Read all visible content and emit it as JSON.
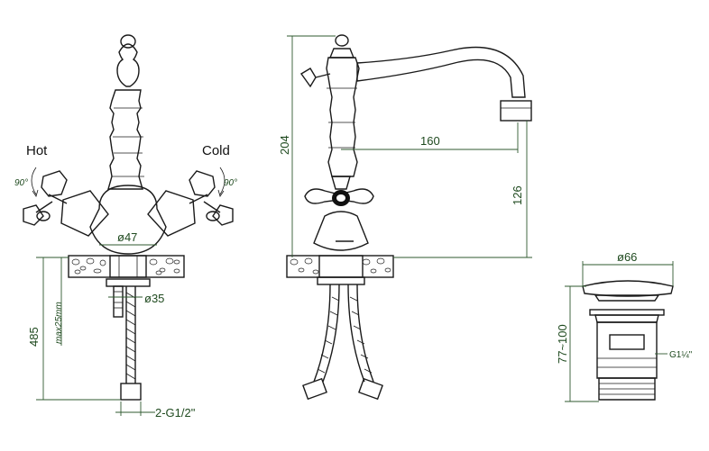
{
  "front_view": {
    "label_hot": "Hot",
    "label_cold": "Cold",
    "rotation_left": "90°",
    "rotation_right": "90°",
    "dia_base": "ø47",
    "dia_shank": "ø35",
    "height_total": "485",
    "max_thickness": "max25mm",
    "connection": "2-G1/2\""
  },
  "side_view": {
    "height_204": "204",
    "reach_160": "160",
    "spout_height_126": "126"
  },
  "waste_view": {
    "dia_66": "ø66",
    "height_range": "77~100",
    "thread": "G1¼\""
  },
  "colors": {
    "outline": "#1a1a1a",
    "dimension": "#2f5a2f"
  }
}
